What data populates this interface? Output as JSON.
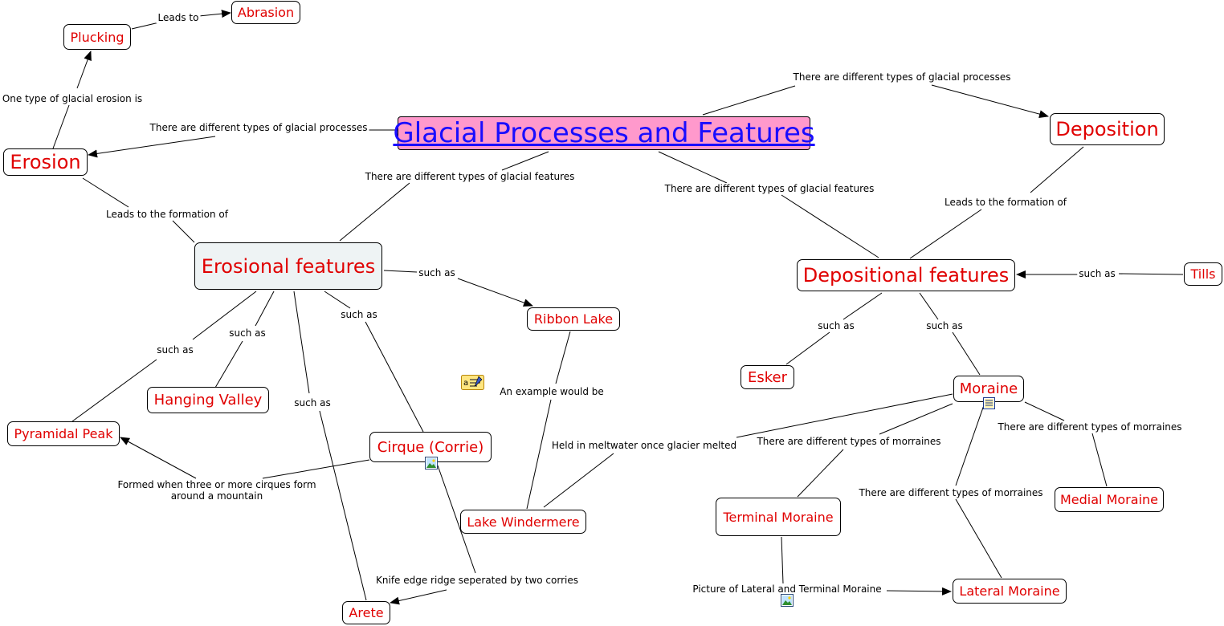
{
  "title": "Glacial Processes and Features",
  "nodes": {
    "main": "Glacial Processes and Features",
    "erosion": "Erosion",
    "deposition": "Deposition",
    "plucking": "Plucking",
    "abrasion": "Abrasion",
    "erosional_features": "Erosional features",
    "depositional_features": "Depositional features",
    "tills": "Tills",
    "ribbon_lake": "Ribbon Lake",
    "hanging_valley": "Hanging Valley",
    "pyramidal_peak": "Pyramidal Peak",
    "cirque": "Cirque (Corrie)",
    "lake_windermere": "Lake Windermere",
    "arete": "Arete",
    "esker": "Esker",
    "moraine": "Moraine",
    "terminal_moraine": "Terminal Moraine",
    "medial_moraine": "Medial Moraine",
    "lateral_moraine": "Lateral Moraine"
  },
  "edge_labels": {
    "leads_to": "Leads to",
    "one_type_erosion": "One type of glacial erosion is",
    "processes_left": "There are different types of glacial processes",
    "processes_right": "There are different types of glacial processes",
    "features_left": "There are different types of glacial features",
    "features_right": "There are different types of glacial features",
    "erosion_formation": "Leads to the formation of",
    "deposition_formation": "Leads to the formation of",
    "such_as_ribbon": "such as",
    "such_as_tills": "such as",
    "such_as_pyramidal": "such as",
    "such_as_hanging": "such as",
    "such_as_cirque": "such as",
    "such_as_arete": "such as",
    "such_as_esker": "such as",
    "such_as_moraine": "such as",
    "example": "An example would be",
    "meltwater": "Held in meltwater once glacier melted",
    "formed_when_1": "Formed when three or more cirques form",
    "formed_when_2": "around a mountain",
    "knife_edge": "Knife edge ridge seperated by two corries",
    "morraines_terminal": "There are different types of morraines",
    "morraines_medial": "There are different types of morraines",
    "morraines_lateral": "There are different types of morraines",
    "picture_caption": "Picture of Lateral and Terminal Moraine"
  },
  "icons": [
    "note-icon",
    "image-icon",
    "document-icon"
  ],
  "colors": {
    "node_text": "#e00000",
    "main_fill": "#ff99cc",
    "main_text": "#1a0dff",
    "feature_fill": "#eef3f4",
    "line": "#000000"
  }
}
